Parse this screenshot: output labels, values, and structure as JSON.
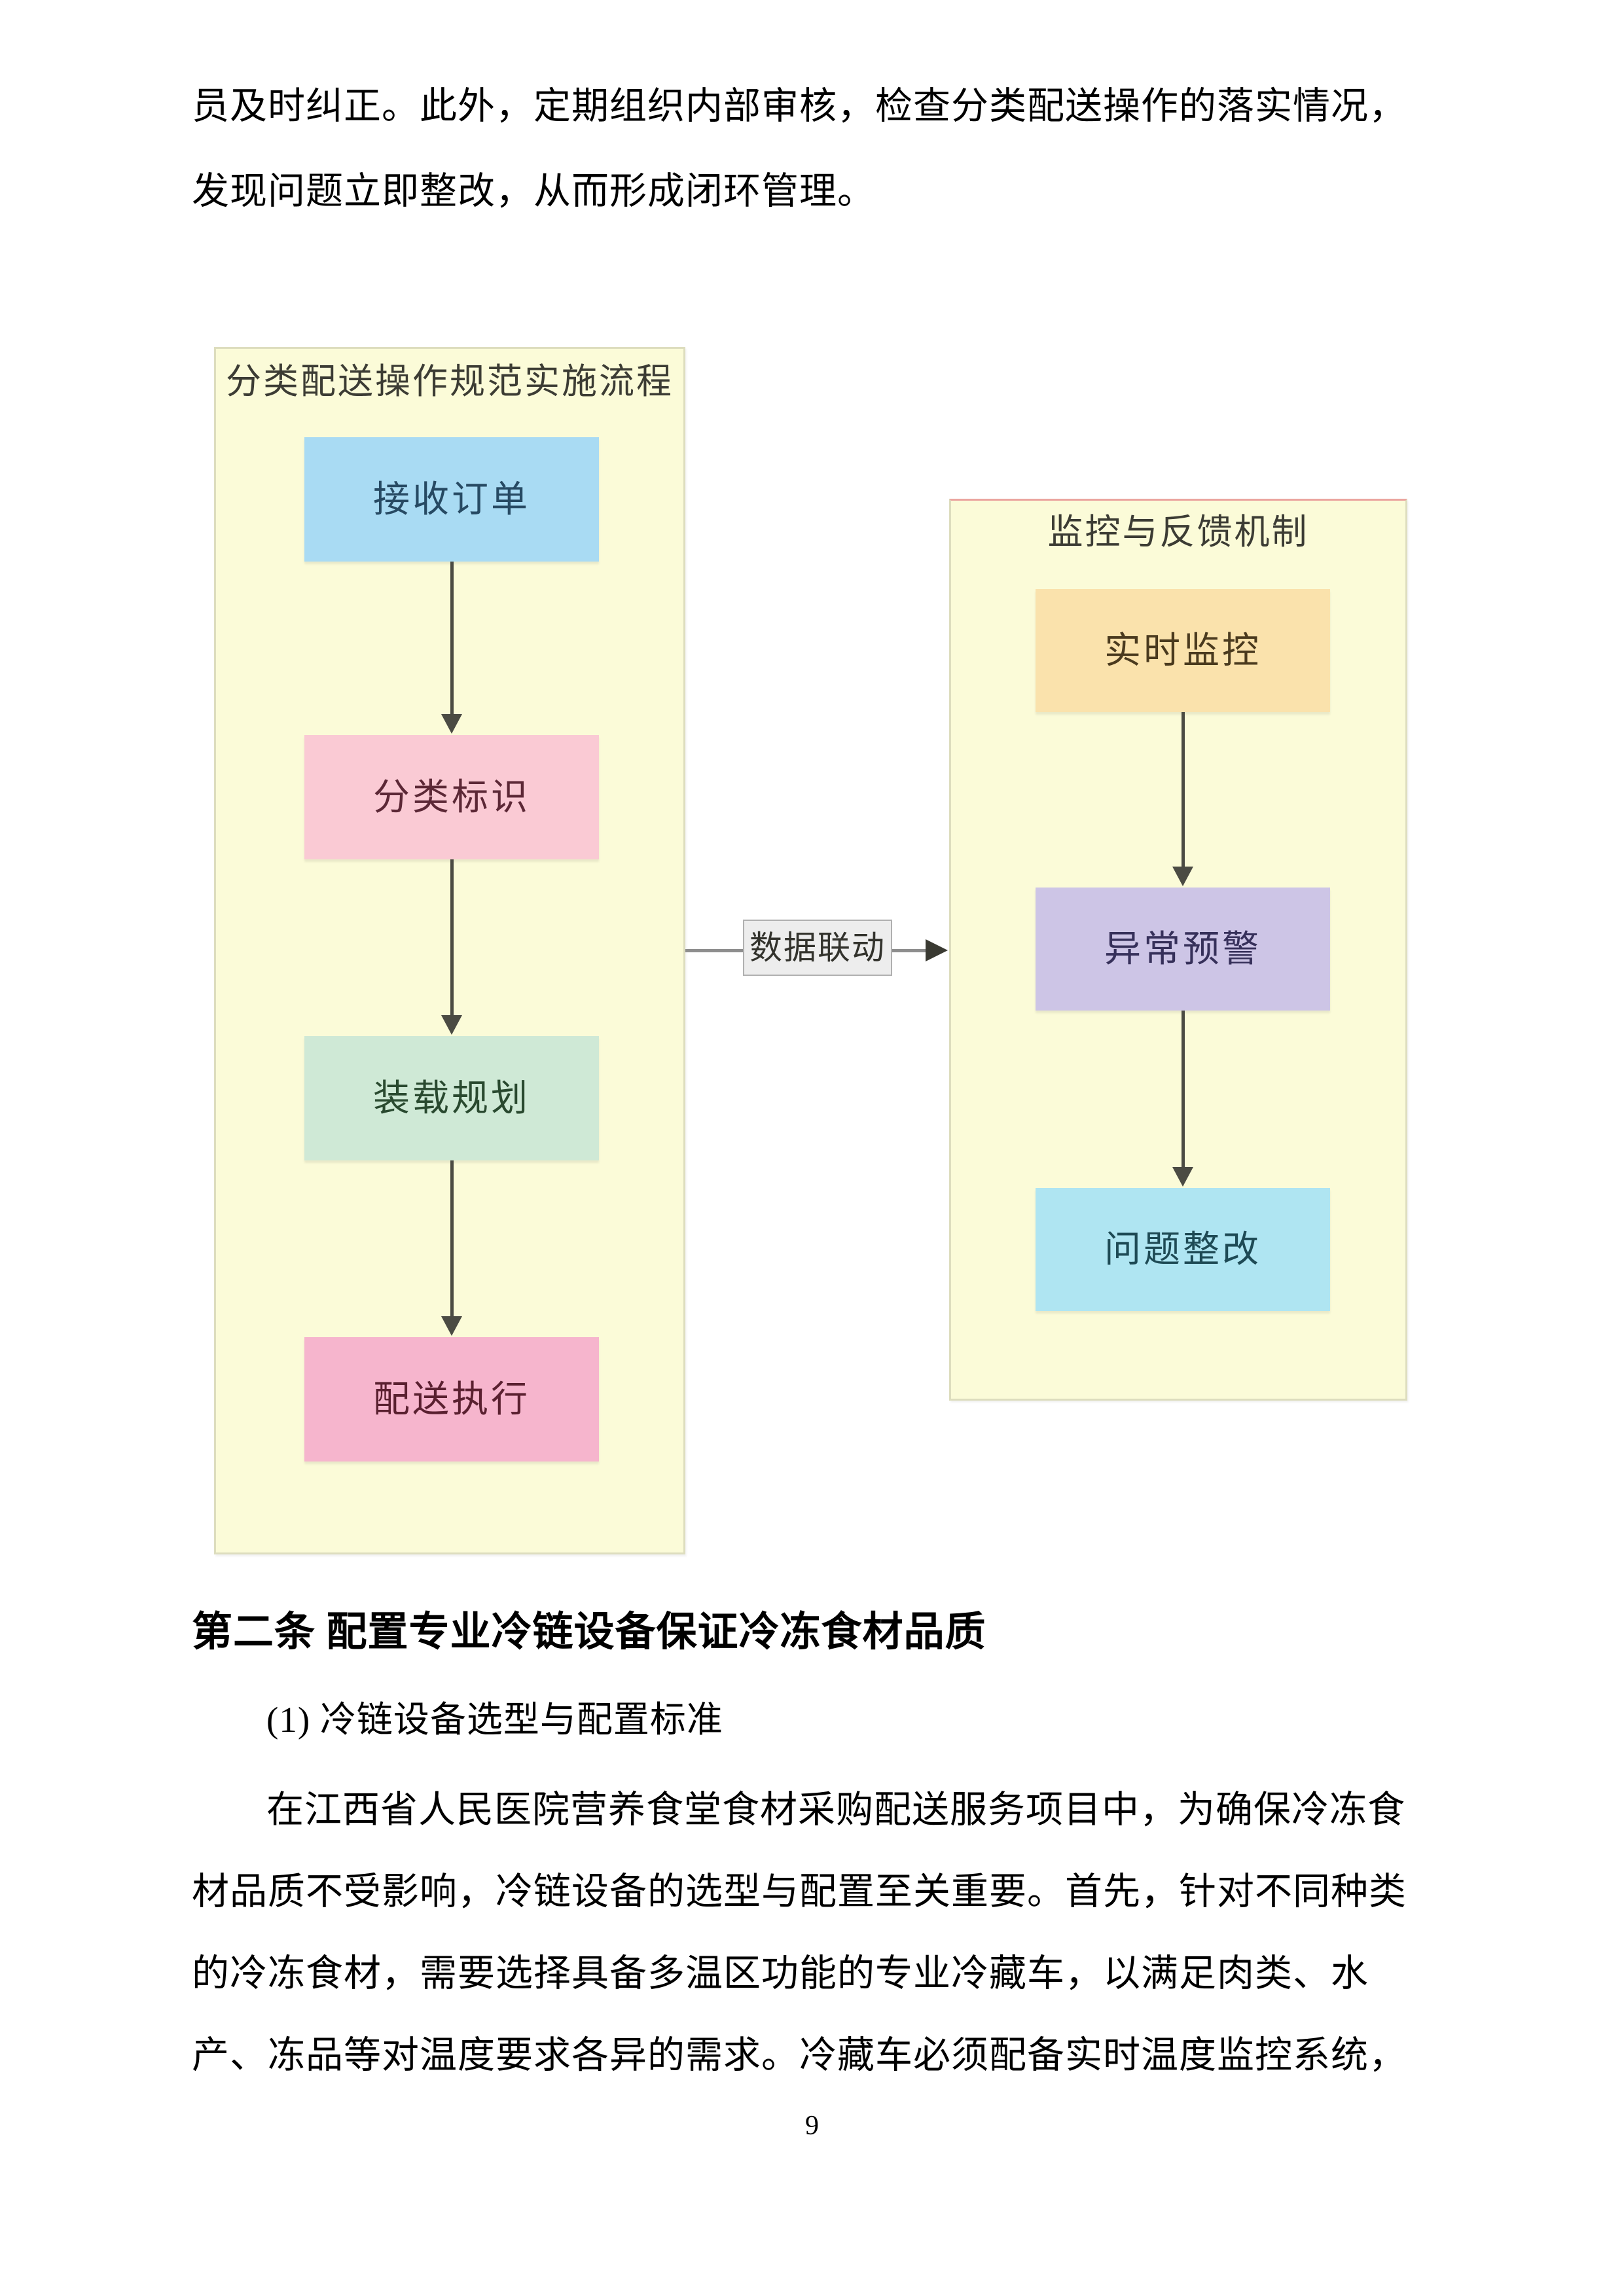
{
  "document": {
    "paragraph_top": {
      "lines": [
        "员及时纠正。此外，定期组织内部审核，检查分类配送操作的落实情况，",
        "发现问题立即整改，从而形成闭环管理。"
      ]
    },
    "heading": "第二条 配置专业冷链设备保证冷冻食材品质",
    "subheading": "(1) 冷链设备选型与配置标准",
    "paragraph_body": {
      "lines": [
        "在江西省人民医院营养食堂食材采购配送服务项目中，为确保冷冻食",
        "材品质不受影响，冷链设备的选型与配置至关重要。首先，针对不同种类",
        "的冷冻食材，需要选择具备多温区功能的专业冷藏车，以满足肉类、水",
        "产、冻品等对温度要求各异的需求。冷藏车必须配备实时温度监控系统，"
      ]
    },
    "page_number": "9"
  },
  "flowchart": {
    "left_panel": {
      "title": "分类配送操作规范实施流程",
      "fill": "#FBFBD8",
      "border_color": "#DDDDBE",
      "title_color": "#3C3C34",
      "nodes": [
        {
          "label": "接收订单",
          "fill": "#A9DBF3",
          "text_color": "#274A63"
        },
        {
          "label": "分类标识",
          "fill": "#FACAD4",
          "text_color": "#5C2836"
        },
        {
          "label": "装载规划",
          "fill": "#CFE9D6",
          "text_color": "#29492F"
        },
        {
          "label": "配送执行",
          "fill": "#F6B5CD",
          "text_color": "#5A2030"
        }
      ]
    },
    "right_panel": {
      "title": "监控与反馈机制",
      "fill": "#FBFBD8",
      "border_color": "#DDDDBE",
      "top_border_color": "#EBA49E",
      "title_color": "#3C3C34",
      "nodes": [
        {
          "label": "实时监控",
          "fill": "#FAE2AC",
          "text_color": "#4A3A1E"
        },
        {
          "label": "异常预警",
          "fill": "#CDC5E6",
          "text_color": "#36305A"
        },
        {
          "label": "问题整改",
          "fill": "#AFE5F2",
          "text_color": "#1E4A55"
        }
      ]
    },
    "connector": {
      "label": "数据联动",
      "label_fill": "#EDEDED",
      "label_border": "#B0B0B0",
      "label_text_color": "#33332D"
    },
    "theme": {
      "arrow_color": "#4B4B43",
      "connector_line_color": "#8E8E8E",
      "connector_arrow_color": "#3A3A32"
    }
  }
}
